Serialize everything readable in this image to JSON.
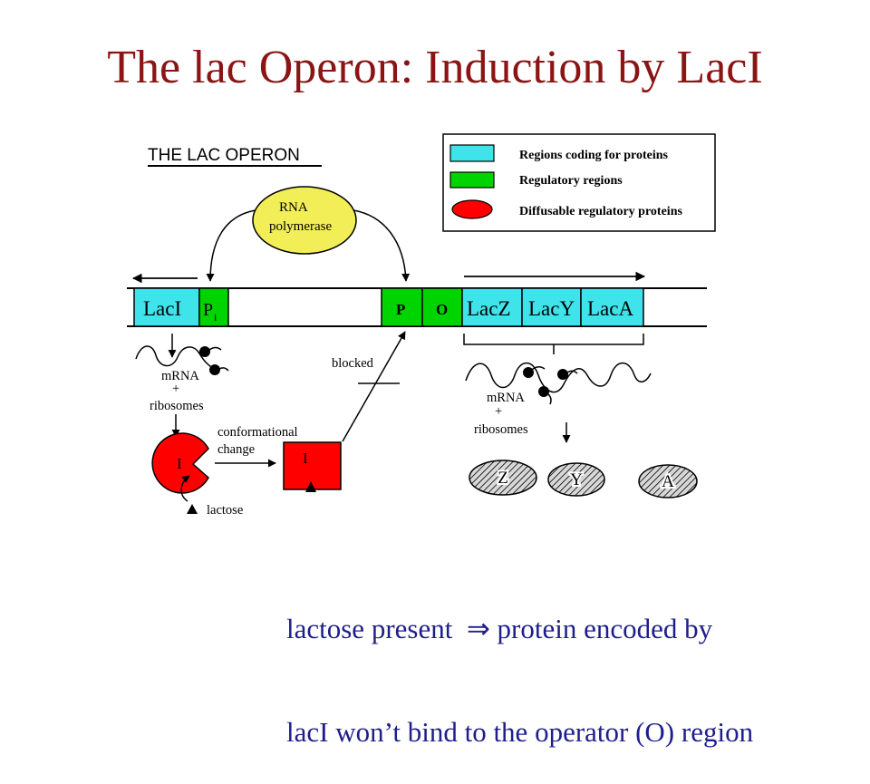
{
  "slide": {
    "title": "The lac Operon: Induction by LacI",
    "caption_line1": "lactose present  ⇒ protein encoded by",
    "caption_line2": "lacI won’t bind to the operator (O) region"
  },
  "diagram": {
    "heading": "THE LAC OPERON",
    "legend": [
      "Regions coding for proteins",
      "Regulatory regions",
      "Diffusable regulatory proteins"
    ],
    "rna_polymerase": {
      "line1": "RNA",
      "line2": "polymerase"
    },
    "dna_segments": {
      "lacI": "LacI",
      "pi_main": "P",
      "pi_sub": "i",
      "promoter": "P",
      "operator": "O",
      "lacZ": "LacZ",
      "lacY": "LacY",
      "lacA": "LacA"
    },
    "left_products": {
      "mrna": "mRNA",
      "plus": "+",
      "ribosomes": "ribosomes",
      "repressor": "I",
      "conformational": "conformational",
      "change": "change",
      "repressor_changed": "I",
      "lactose": "lactose",
      "blocked": "blocked"
    },
    "right_products": {
      "mrna": "mRNA",
      "plus": "+",
      "ribosomes": "ribosomes",
      "proteins": [
        "Z",
        "Y",
        "A"
      ]
    }
  },
  "colors": {
    "title": "#8b1414",
    "caption": "#1e1e8c",
    "coding_region": "#3fe3ea",
    "regulatory_region": "#00d400",
    "regulatory_protein": "#ff0000",
    "rna_polymerase": "#f2ee58"
  }
}
